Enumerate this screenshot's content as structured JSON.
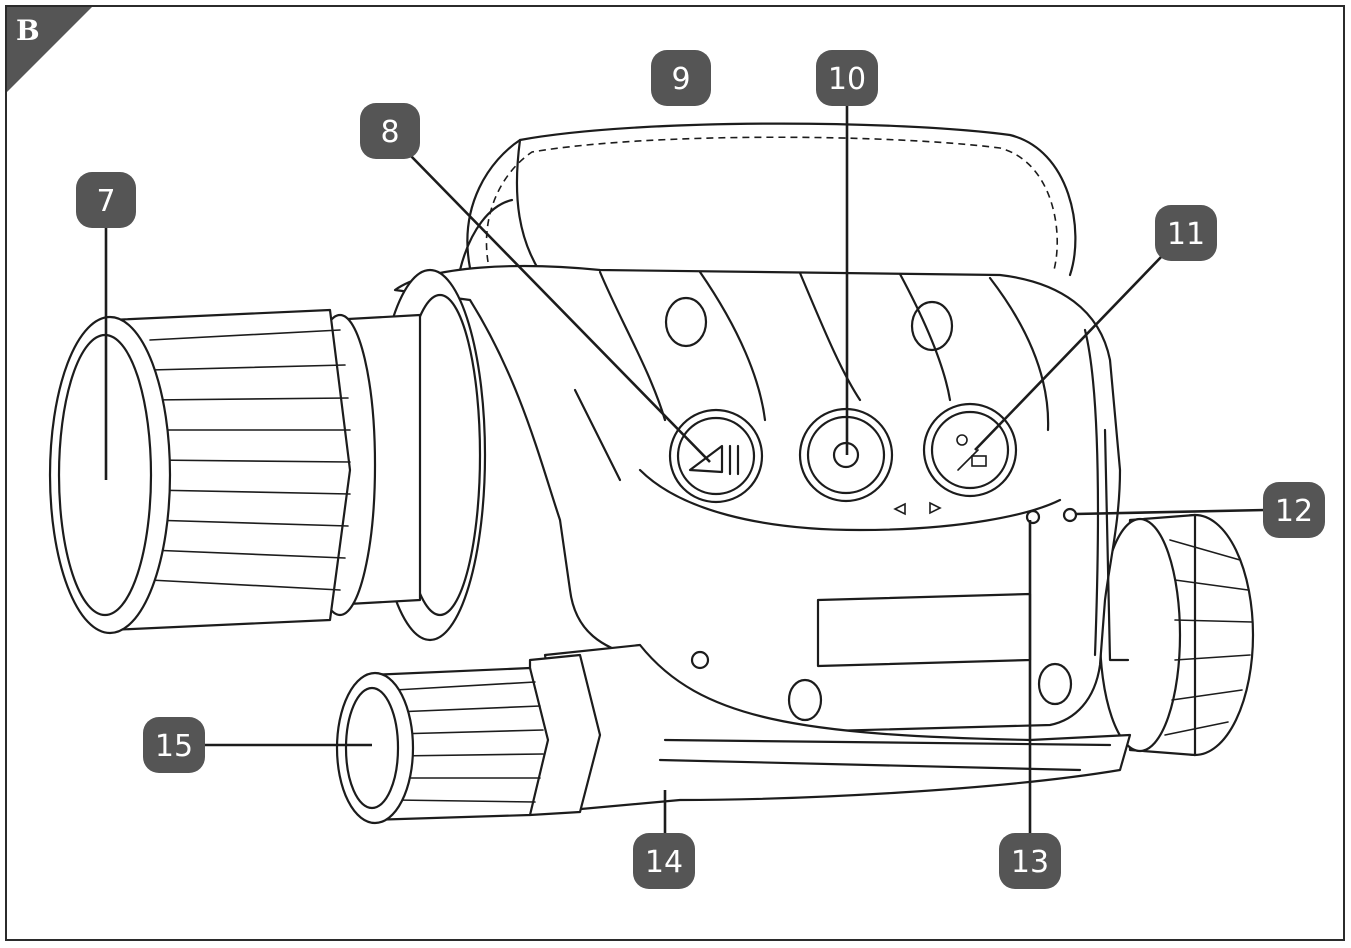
{
  "figure": {
    "corner_label": "B"
  },
  "colors": {
    "badge_fill": "#555555",
    "line": "#1c1c1c",
    "background": "#ffffff"
  },
  "callouts": [
    {
      "id": "c7",
      "label": "7"
    },
    {
      "id": "c8",
      "label": "8"
    },
    {
      "id": "c9",
      "label": "9"
    },
    {
      "id": "c10",
      "label": "10"
    },
    {
      "id": "c11",
      "label": "11"
    },
    {
      "id": "c12",
      "label": "12"
    },
    {
      "id": "c13",
      "label": "13"
    },
    {
      "id": "c14",
      "label": "14"
    },
    {
      "id": "c15",
      "label": "15"
    }
  ],
  "icons": {
    "play_pause": "play-pause-icon",
    "record": "record-icon",
    "mode": "photo-video-mode-icon",
    "arrows": "left-right-arrows-icon"
  }
}
